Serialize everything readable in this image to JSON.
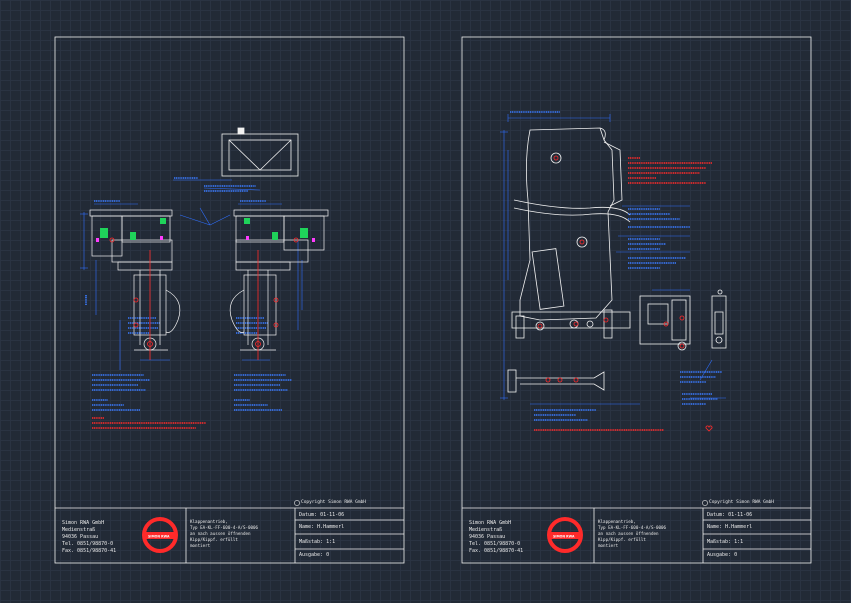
{
  "colors": {
    "background": "#222a36",
    "frame": "#f2f2f2",
    "detail": "#2f6fff",
    "accent": "#ff2a2a",
    "green": "#1fd35a",
    "magenta": "#ff3cff"
  },
  "sheets": [
    {
      "copyright": "Copyright Simon RWA GmbH",
      "company": [
        "Simon RWA GmbH",
        "Medienstraß",
        "94036 Passau",
        "Tel. 0851/98870-0",
        "Fax. 0851/98870-41"
      ],
      "logo_text": "SIMON RWA",
      "title_lines": [
        "Klappenantrieb,",
        "Typ EA-KL-FF-600-4-A/S-0006",
        "an nach aussen öffnenden",
        "Kipp/Kippf. erfüllt",
        "montiert"
      ],
      "datum": "Datum: 01-11-06",
      "name": "Name: H.Hammerl",
      "massstab": "Maßstab: 1:1",
      "ausgabe": "Ausgabe: 0"
    },
    {
      "copyright": "Copyright Simon RWA GmbH",
      "company": [
        "Simon RWA GmbH",
        "Medienstraß",
        "94036 Passau",
        "Tel. 0851/98870-0",
        "Fax. 0851/98870-41"
      ],
      "logo_text": "SIMON RWA",
      "title_lines": [
        "Klappenantrieb,",
        "Typ EA-KL-FF-600-4-A/S-0006",
        "an nach aussen öffnenden",
        "Kipp/Kippf. erfüllt",
        "montiert"
      ],
      "datum": "Datum: 01-11-06",
      "name": "Name: H.Hammerl",
      "massstab": "Maßstab: 1:1",
      "ausgabe": "Ausgabe: 0"
    }
  ]
}
